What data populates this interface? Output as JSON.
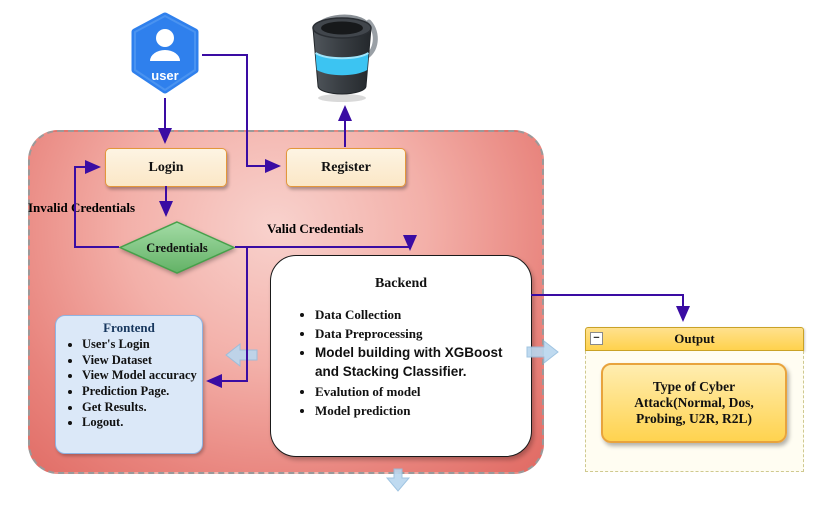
{
  "diagram": {
    "user_icon": {
      "name": "user-badge-icon",
      "label": "user"
    },
    "database_icon": {
      "name": "database-bucket-icon"
    },
    "login": {
      "label": "Login"
    },
    "register": {
      "label": "Register"
    },
    "credentials": {
      "label": "Credentials"
    },
    "edge_labels": {
      "invalid": "Invalid Credentials",
      "valid": "Valid Credentials"
    },
    "backend": {
      "title": "Backend",
      "items": [
        "Data Collection",
        "Data Preprocessing",
        "Model building with XGBoost and Stacking Classifier.",
        "Evalution of model",
        "Model prediction"
      ]
    },
    "frontend": {
      "title": "Frontend",
      "items": [
        "User's Login",
        "View Dataset",
        "View Model accuracy",
        "Prediction Page.",
        "Get Results.",
        "Logout."
      ]
    },
    "output": {
      "title": "Output",
      "collapse_glyph": "−",
      "content": "Type of Cyber Attack(Normal, Dos, Probing, U2R, R2L)"
    },
    "colors": {
      "arrow": "#3A0CA3",
      "container_pink": "#ef8d86",
      "process_fill": "#fcecd4",
      "process_border": "#e3973b",
      "diamond_green": "#7cc87f",
      "frontend_blue": "#dbe8f8",
      "output_gold": "#ffd966",
      "block_arrow_blue": "#b9d7ef",
      "user_icon_blue": "#2f80ed"
    }
  }
}
